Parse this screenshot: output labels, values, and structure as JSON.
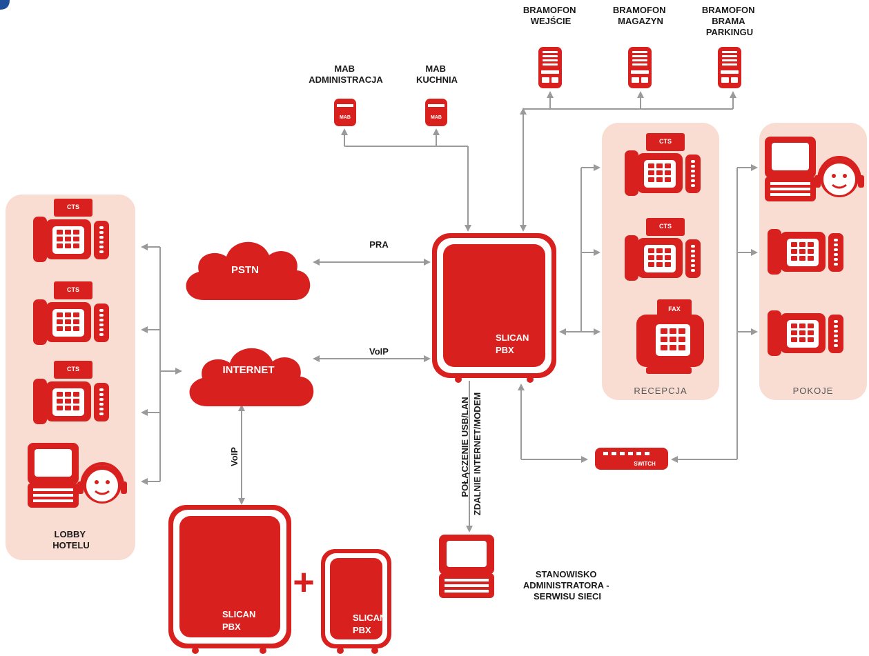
{
  "colors": {
    "accent": "#d8211f",
    "panel": "#f9ddd3",
    "line": "#9a9a9a"
  },
  "labels": {
    "bramofon_wejscie": [
      "BRAMOFON",
      "WEJŚCIE"
    ],
    "bramofon_magazyn": [
      "BRAMOFON",
      "MAGAZYN"
    ],
    "bramofon_parking": [
      "BRAMOFON",
      "BRAMA",
      "PARKINGU"
    ],
    "mab_admin": [
      "MAB",
      "ADMINISTRACJA"
    ],
    "mab_kuchnia": [
      "MAB",
      "KUCHNIA"
    ],
    "pstn": "PSTN",
    "internet": "INTERNET",
    "pra": "PRA",
    "voip_top": "VoIP",
    "voip_side": "VoIP",
    "pbx_main": [
      "SLICAN",
      "PBX"
    ],
    "pbx_bottom_left": [
      "SLICAN",
      "PBX"
    ],
    "pbx_bottom_right": [
      "SLICAN",
      "PBX"
    ],
    "plus": "+",
    "connection_vertical": [
      "POŁĄCZENIE USB/LAN",
      "ZDALNIE INTERNET/MODEM"
    ],
    "recepcja": "RECEPCJA",
    "pokoje": "POKOJE",
    "lobby": [
      "LOBBY",
      "HOTELU"
    ],
    "switch": "SWITCH",
    "stanowisko": [
      "STANOWISKO",
      "ADMINISTRATORA -",
      "SERWISU SIECI"
    ],
    "cts": "CTS",
    "fax": "FAX",
    "mab": "MAB"
  },
  "icons": {
    "intercom": "intercom-icon",
    "mab": "mab-device-icon",
    "phone": "desk-phone-icon",
    "fax": "fax-icon",
    "operator": "operator-workstation-icon",
    "computer": "computer-icon",
    "switch": "network-switch-icon",
    "cloud": "cloud-icon",
    "pbx": "pbx-cabinet-icon"
  }
}
